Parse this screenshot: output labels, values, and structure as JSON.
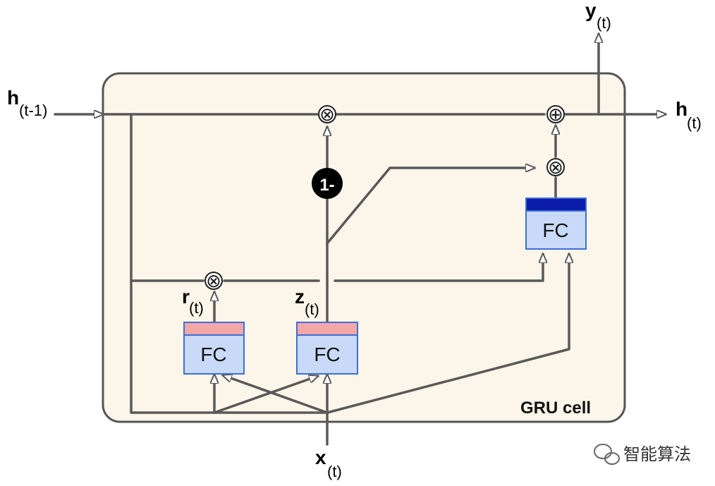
{
  "diagram": {
    "cell_label": "GRU cell",
    "inputs": {
      "h_prev": {
        "base": "h",
        "sub": "(t-1)"
      },
      "x": {
        "base": "x",
        "sub": "(t)"
      }
    },
    "outputs": {
      "h": {
        "base": "h",
        "sub": "(t)"
      },
      "y": {
        "base": "y",
        "sub": "(t)"
      }
    },
    "gates": {
      "r": {
        "base": "r",
        "sub": "(t)"
      },
      "z": {
        "base": "z",
        "sub": "(t)"
      }
    },
    "fc_label": "FC",
    "one_minus_label": "1-",
    "multiply_symbol": "⊗",
    "add_symbol": "⊕",
    "watermark": "智能算法"
  },
  "colors": {
    "cell_fill": "#fbf6e9",
    "cell_stroke": "#555555",
    "line": "#595959",
    "fc_fill": "#c9daf8",
    "fc_stroke": "#3d6fd6",
    "gate_bar": "#f4a7a7",
    "candidate_bar": "#0b1ca8"
  }
}
